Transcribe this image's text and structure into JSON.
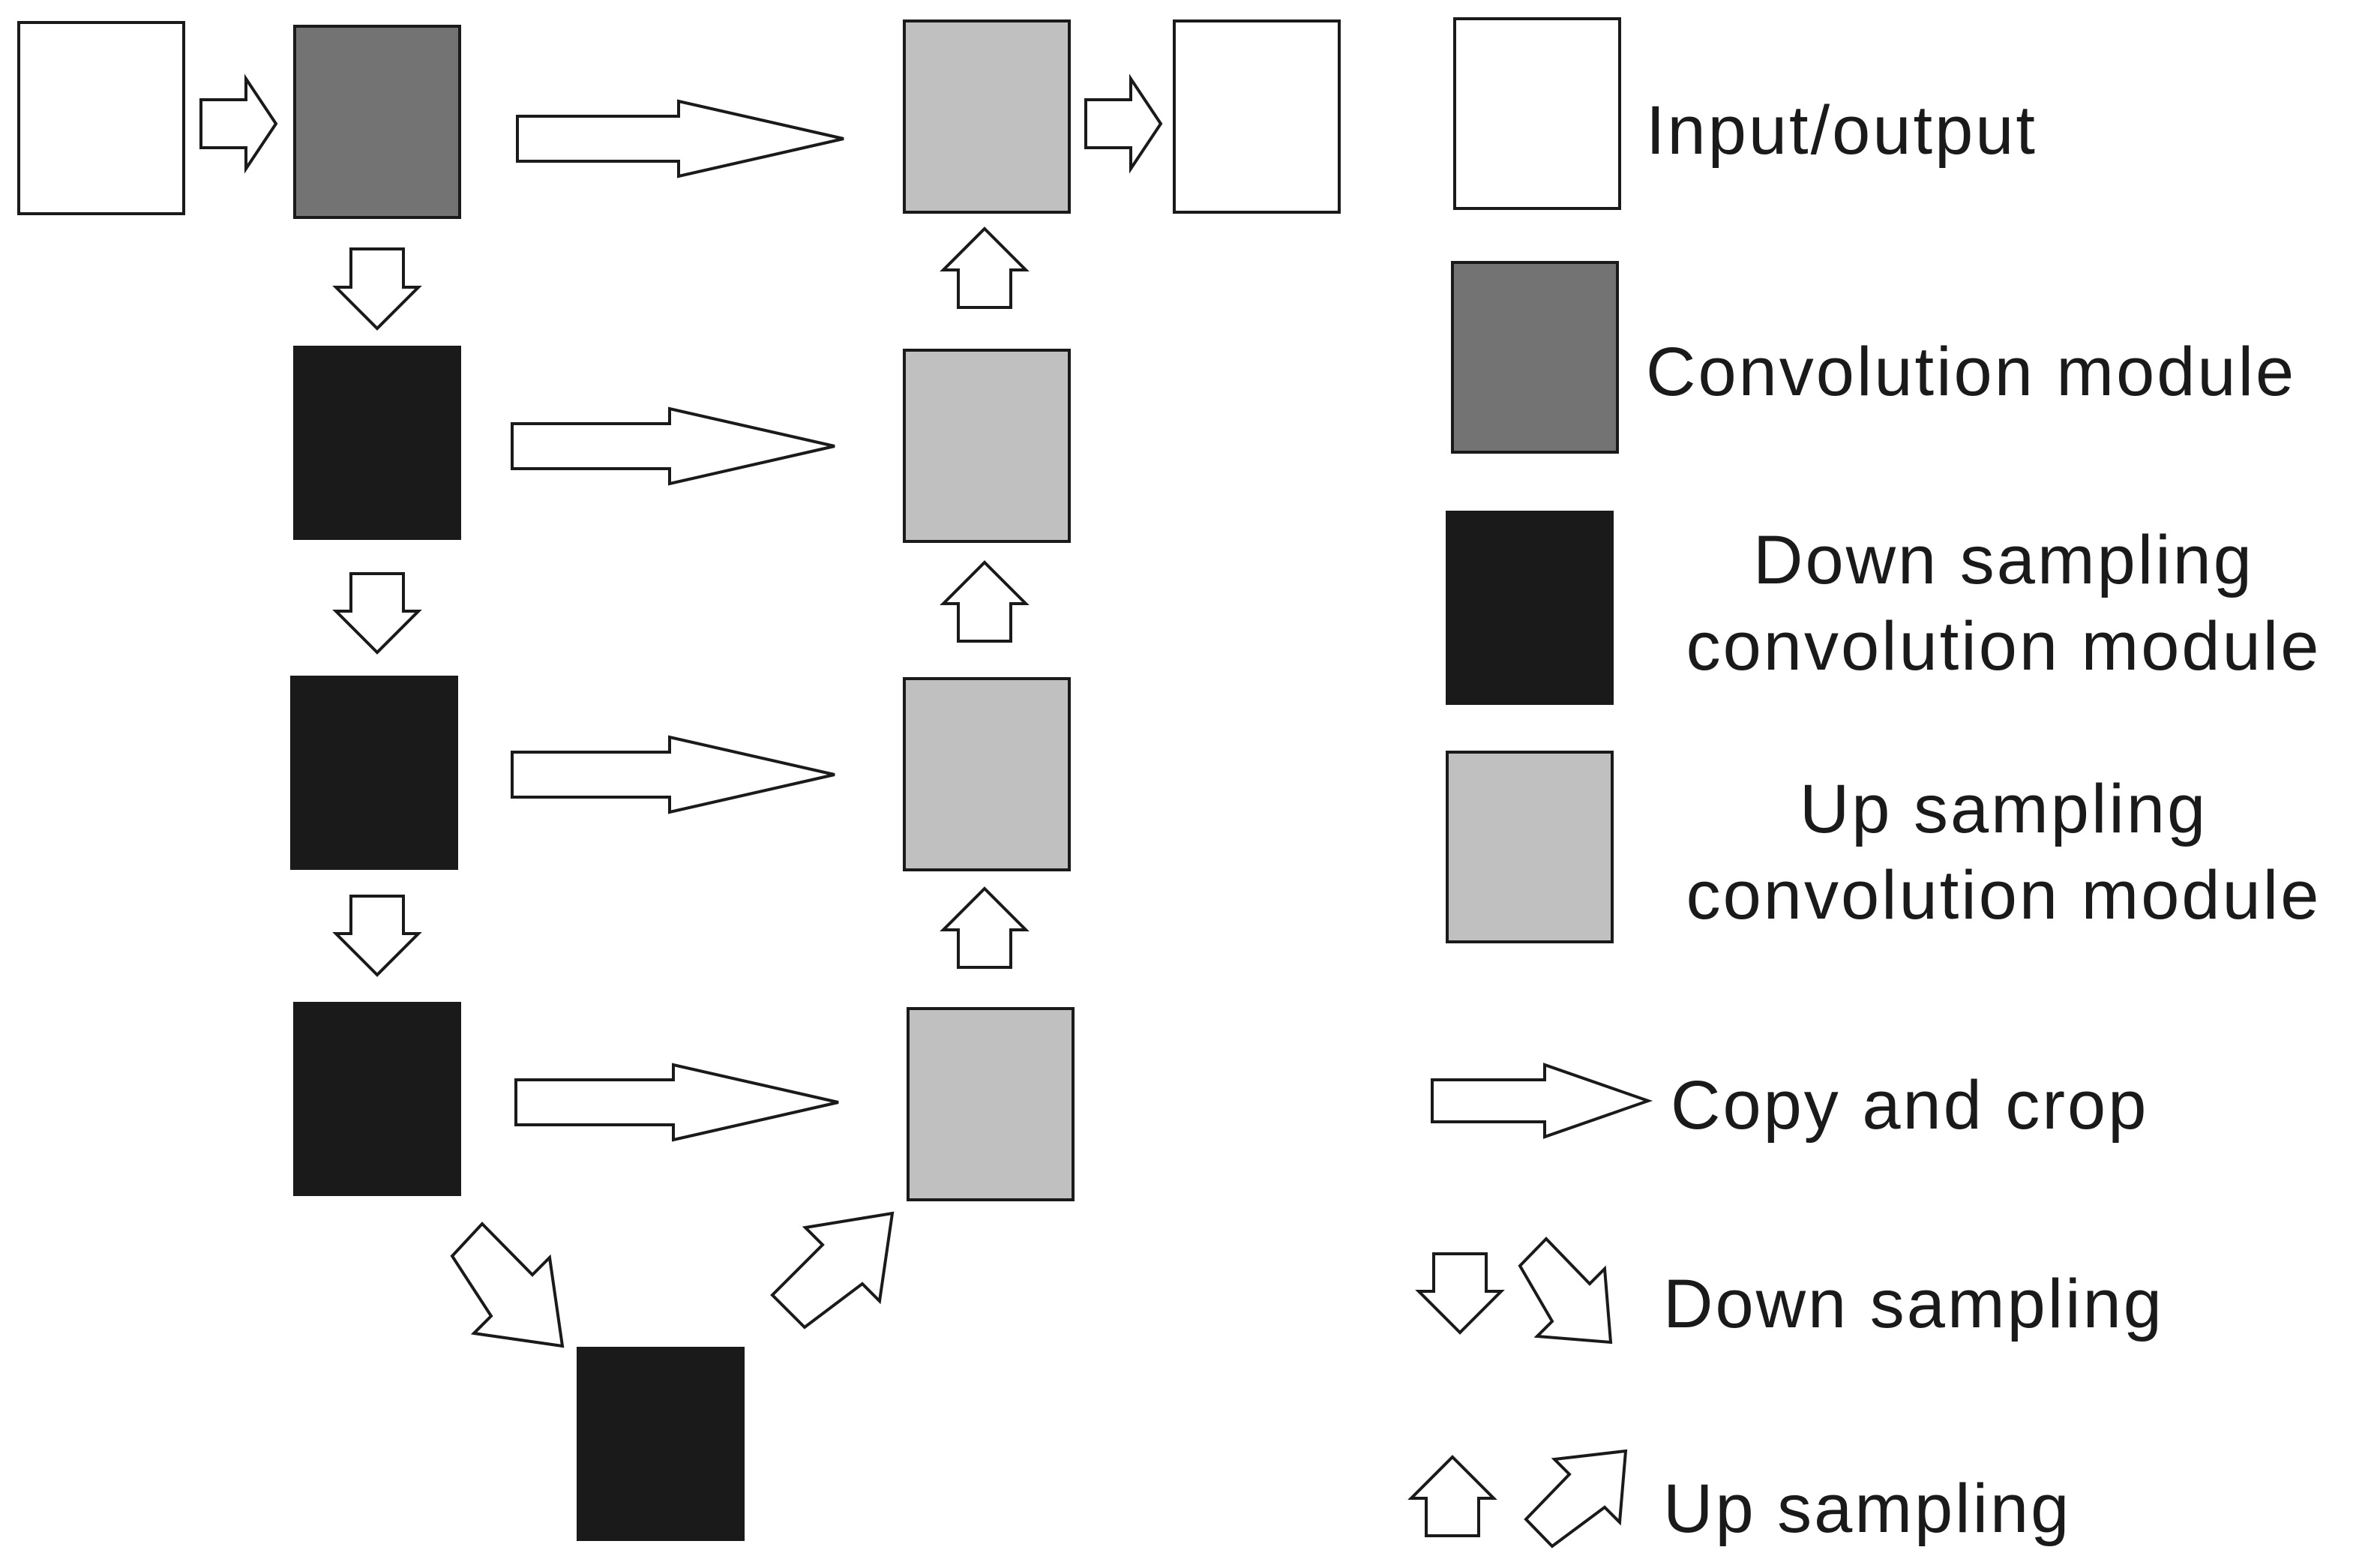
{
  "colors": {
    "io": "#ffffff",
    "conv": "#737373",
    "down": "#1a1a1a",
    "up": "#c0c0c0",
    "stroke": "#1a1a1a"
  },
  "diagram": {
    "blocks": [
      {
        "name": "input-block",
        "kind": "io"
      },
      {
        "name": "conv-block",
        "kind": "conv"
      },
      {
        "name": "down-block-1",
        "kind": "down"
      },
      {
        "name": "down-block-2",
        "kind": "down"
      },
      {
        "name": "down-block-3",
        "kind": "down"
      },
      {
        "name": "bottleneck-block",
        "kind": "down"
      },
      {
        "name": "up-block-1",
        "kind": "up"
      },
      {
        "name": "up-block-2",
        "kind": "up"
      },
      {
        "name": "up-block-3",
        "kind": "up"
      },
      {
        "name": "up-block-4",
        "kind": "up"
      },
      {
        "name": "output-block",
        "kind": "io"
      }
    ]
  },
  "legend": {
    "io": "Input/output",
    "conv": "Convolution module",
    "down_line1": "Down sampling",
    "down_line2": "convolution module",
    "up_line1": "Up sampling",
    "up_line2": "convolution module",
    "copy": "Copy and crop",
    "downsample": "Down sampling",
    "upsample": "Up sampling"
  }
}
